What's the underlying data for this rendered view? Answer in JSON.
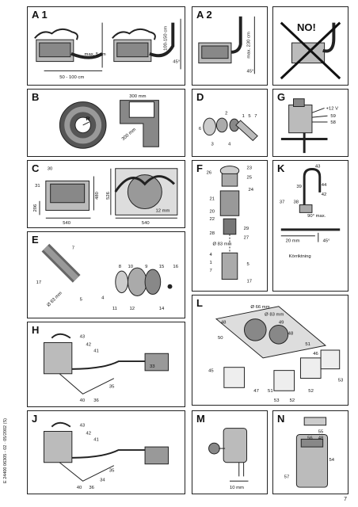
{
  "panels": {
    "a1": {
      "label": "A 1",
      "texts": {
        "max5": "max. 5 cm",
        "range": "50 - 100 cm",
        "range2": "100-150 cm",
        "deg": "45°"
      }
    },
    "a2": {
      "label": "A 2",
      "texts": {
        "max230": "max. 230 cm",
        "deg": "45°"
      }
    },
    "no": {
      "label": "NO!"
    },
    "b": {
      "label": "B",
      "texts": {
        "r": "R",
        "d300a": "300 mm",
        "d300b": "300 mm"
      }
    },
    "d": {
      "label": "D",
      "numbers": [
        "2",
        "1",
        "5",
        "7",
        "6",
        "3",
        "4"
      ]
    },
    "g": {
      "label": "G",
      "texts": {
        "v12": "+12 V",
        "n59": "59",
        "n58": "58"
      }
    },
    "c": {
      "label": "C",
      "texts": {
        "n30": "30",
        "n31": "31",
        "w540a": "540",
        "w540b": "540",
        "h206": "206",
        "h480": "480",
        "h526": "526",
        "mm12": "12 mm"
      }
    },
    "f": {
      "label": "F",
      "numbers": [
        "23",
        "26",
        "25",
        "24",
        "21",
        "20",
        "22",
        "29",
        "28",
        "27",
        "4",
        "1",
        "7",
        "5",
        "17"
      ],
      "texts": {
        "dia": "Ø 83 mm"
      }
    },
    "k": {
      "label": "K",
      "numbers": [
        "43",
        "39",
        "44",
        "42",
        "37",
        "38"
      ],
      "texts": {
        "deg90": "90° max.",
        "mm20": "20 mm",
        "deg45": "45°",
        "dir": "Körriktning"
      }
    },
    "e": {
      "label": "E",
      "numbers": [
        "7",
        "8",
        "10",
        "9",
        "15",
        "16",
        "17",
        "5",
        "4",
        "11",
        "12",
        "14"
      ],
      "texts": {
        "dia": "Ø 83 mm"
      }
    },
    "l": {
      "label": "L",
      "numbers": [
        "48",
        "49",
        "48",
        "50",
        "51",
        "46",
        "45",
        "47",
        "51",
        "53",
        "52",
        "53",
        "52"
      ],
      "texts": {
        "d66": "Ø 66 mm",
        "d83": "Ø 83 mm"
      }
    },
    "h": {
      "label": "H",
      "numbers": [
        "43",
        "42",
        "41",
        "40",
        "36",
        "35",
        "33"
      ]
    },
    "j": {
      "label": "J",
      "numbers": [
        "43",
        "42",
        "41",
        "40",
        "36",
        "34",
        "35"
      ]
    },
    "m": {
      "label": "M",
      "texts": {
        "mm10": "10 mm"
      }
    },
    "n": {
      "label": "N",
      "numbers": [
        "55",
        "56",
        "48",
        "54",
        "57"
      ]
    }
  },
  "footer": {
    "doc_code": "E 24400 06305 - 02 · 05/2002 (S)",
    "page": "7"
  }
}
